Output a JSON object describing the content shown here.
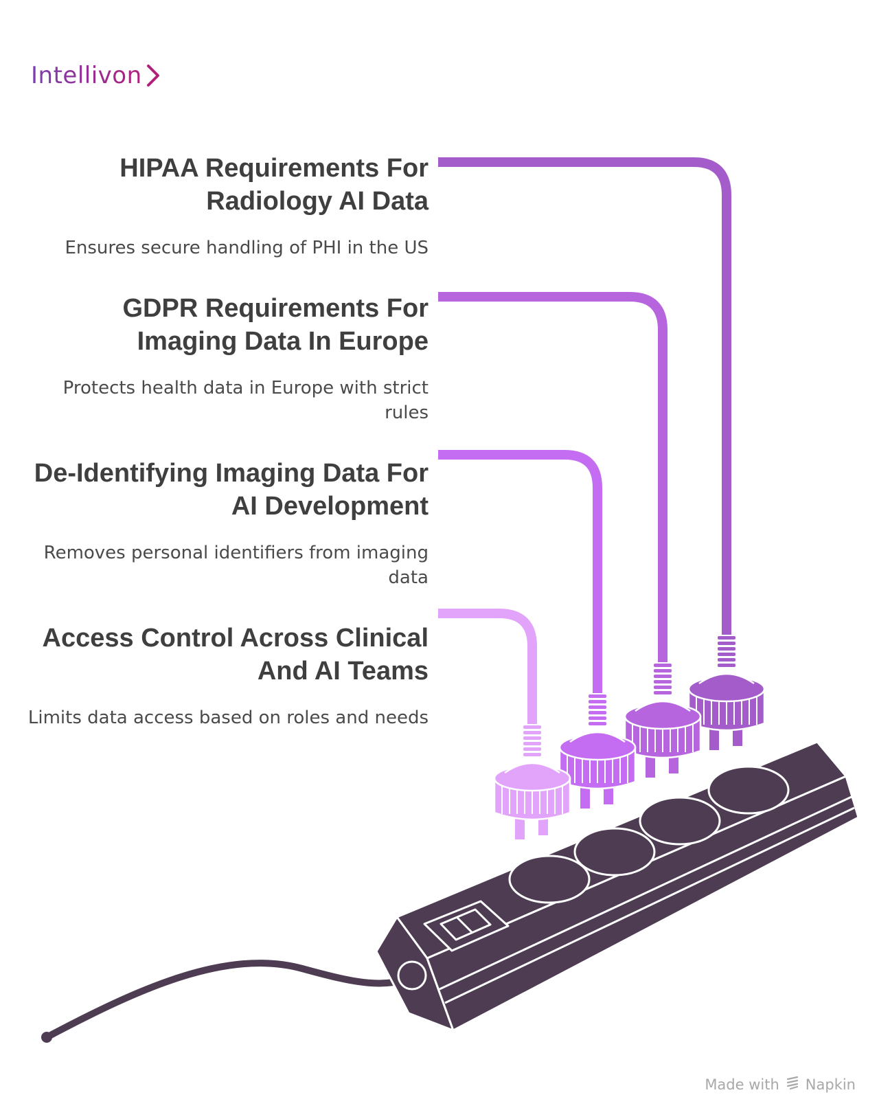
{
  "brand": {
    "name": "Intellivon",
    "gradient_start": "#7b3fb2",
    "gradient_end": "#b0207a"
  },
  "items": [
    {
      "title": "HIPAA Requirements For Radiology AI Data",
      "description": "Ensures secure handling of PHI in the US",
      "color": "#a55ccb"
    },
    {
      "title": "GDPR Requirements For Imaging Data In Europe",
      "description": "Protects health data in Europe with strict rules",
      "color": "#b665df"
    },
    {
      "title": "De-Identifying Imaging Data For AI Development",
      "description": "Removes personal identifiers from imaging data",
      "color": "#c46cf2"
    },
    {
      "title": "Access Control Across Clinical And AI Teams",
      "description": "Limits data access based on roles and needs",
      "color": "#e2a3fb"
    }
  ],
  "power_strip": {
    "body_color": "#4d3c52",
    "outline_color": "#ffffff"
  },
  "credit": {
    "made_with": "Made with",
    "tool": "Napkin"
  }
}
